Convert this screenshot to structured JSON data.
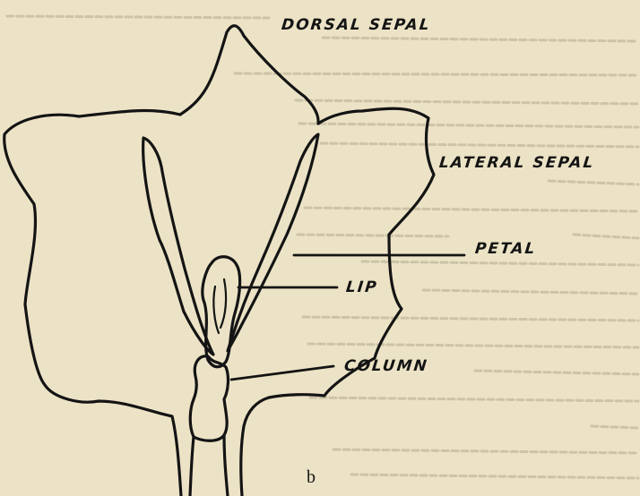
{
  "labels": {
    "dorsal_sepal": "DORSAL SEPAL",
    "lateral_sepal": "LATERAL SEPAL",
    "petal": "PETAL",
    "lip": "LIP",
    "column": "COLUMN"
  },
  "caption": "b",
  "colors": {
    "paper": "#ece3c6",
    "ink": "#141414",
    "background_text": "#b4aa8e"
  }
}
